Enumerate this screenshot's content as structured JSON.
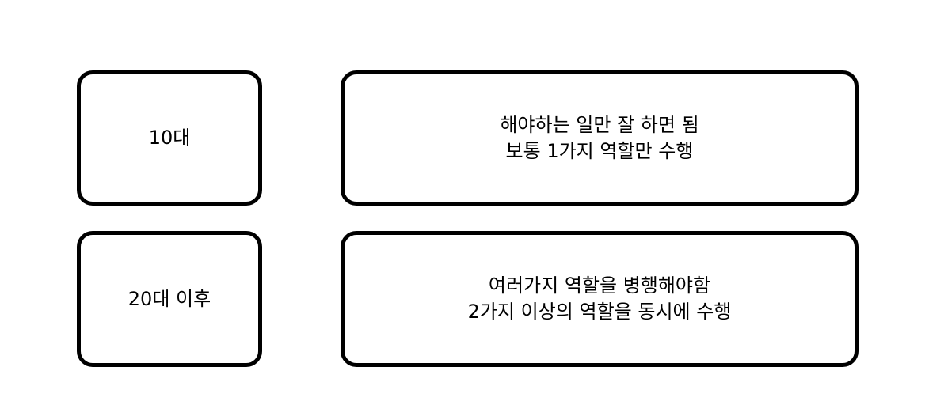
{
  "rows": [
    {
      "age": "10대",
      "description": [
        "해야하는 일만 잘 하면 됨",
        "보통 1가지 역할만 수행"
      ]
    },
    {
      "age": "20대 이후",
      "description": [
        "여러가지 역할을 병행해야함",
        "2가지 이상의 역할을 동시에 수행"
      ]
    }
  ]
}
